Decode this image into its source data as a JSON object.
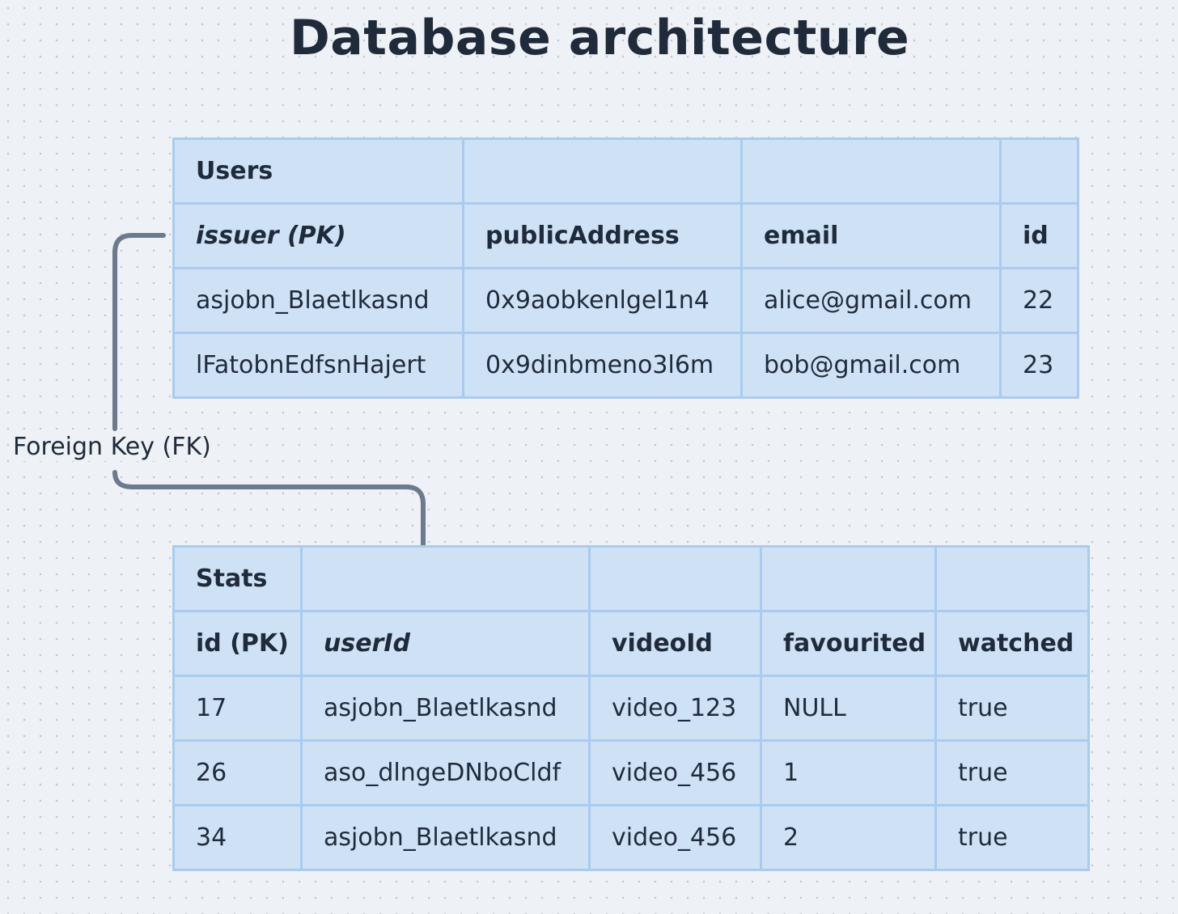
{
  "title": "Database architecture",
  "fk_label": "Foreign Key (FK)",
  "users": {
    "name": "Users",
    "columns": [
      "issuer (PK)",
      "publicAddress",
      "email",
      "id"
    ],
    "rows": [
      [
        "asjobn_Blaetlkasnd",
        "0x9aobkenlgel1n4",
        "alice@gmail.com",
        "22"
      ],
      [
        "lFatobnEdfsnHajert",
        "0x9dinbmeno3l6m",
        "bob@gmail.com",
        "23"
      ]
    ]
  },
  "stats": {
    "name": "Stats",
    "columns": [
      "id (PK)",
      "userId",
      "videoId",
      "favourited",
      "watched"
    ],
    "rows": [
      [
        "17",
        "asjobn_Blaetlkasnd",
        "video_123",
        "NULL",
        "true"
      ],
      [
        "26",
        "aso_dlngeDNboCldf",
        "video_456",
        "1",
        "true"
      ],
      [
        "34",
        "asjobn_Blaetlkasnd",
        "video_456",
        "2",
        "true"
      ]
    ]
  },
  "colors": {
    "table_fill": "#cfe2f5",
    "table_border": "#3a85d8",
    "cell_border": "#a9cbef",
    "connector": "#6b7a8c"
  }
}
